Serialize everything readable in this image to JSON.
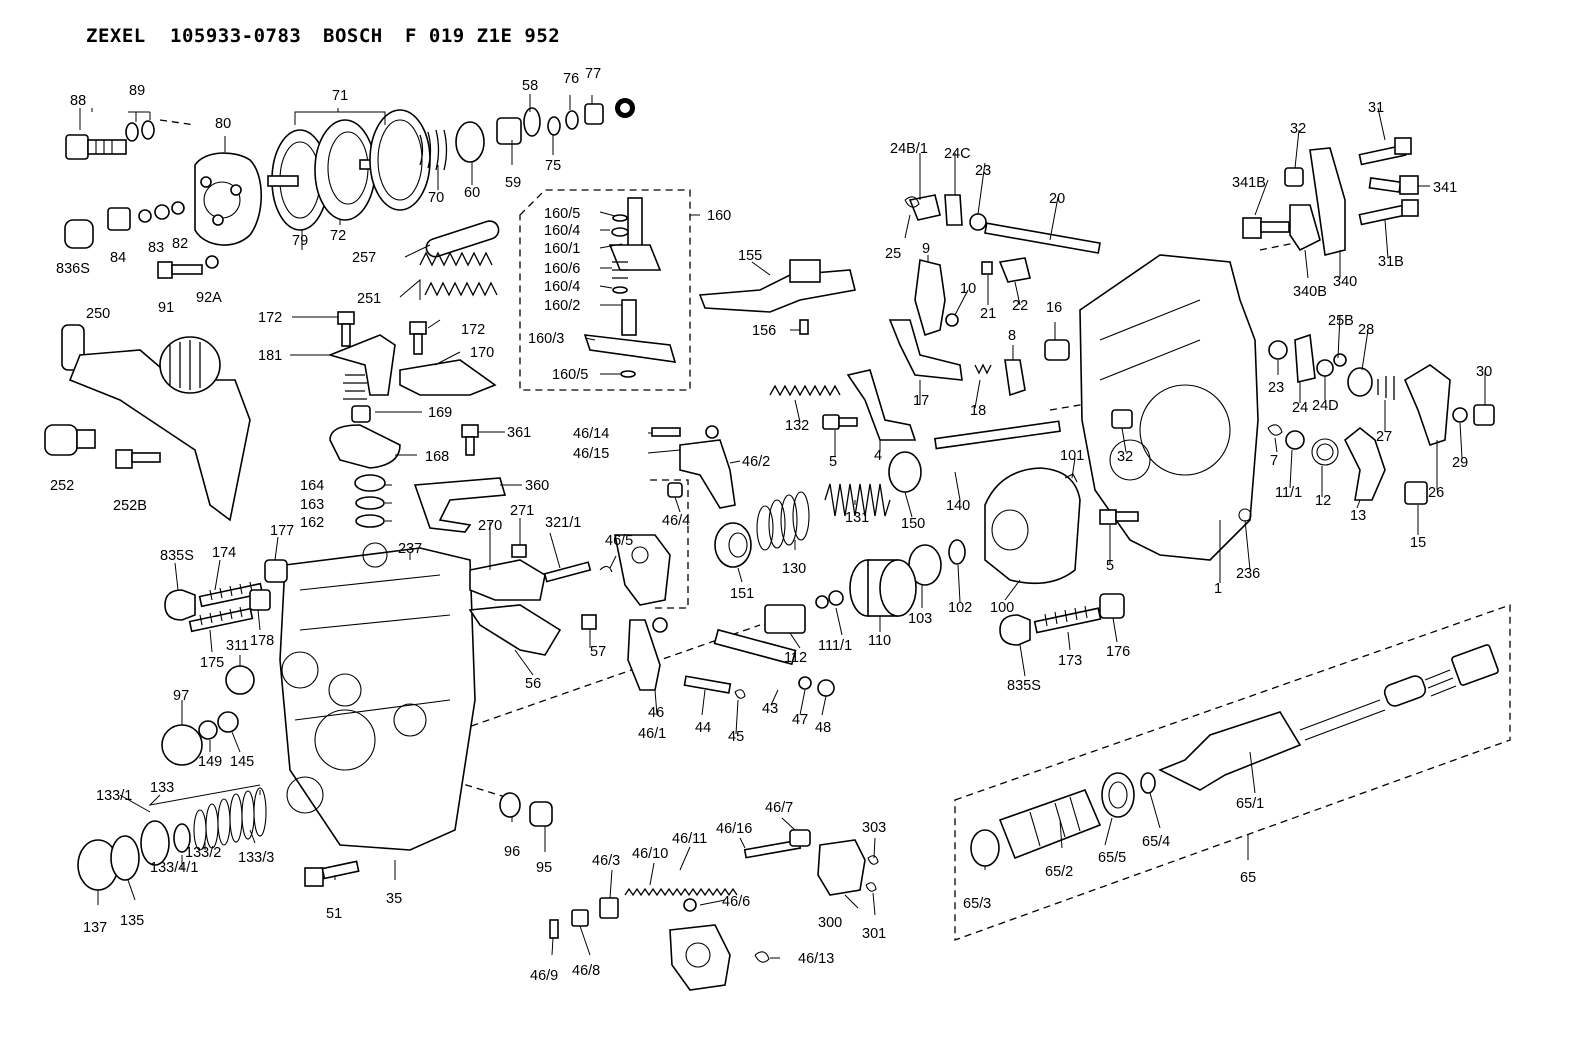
{
  "header": {
    "brand": "ZEXEL",
    "part_number": "105933-0783",
    "maker": "BOSCH",
    "maker_number": "F 019 Z1E 952"
  },
  "callouts": {
    "c88": "88",
    "c89": "89",
    "c71": "71",
    "c58": "58",
    "c76": "76",
    "c77": "77",
    "c80": "80",
    "c70": "70",
    "c60": "60",
    "c59": "59",
    "c75": "75",
    "c79": "79",
    "c72": "72",
    "c836S": "836S",
    "c84": "84",
    "c83": "83",
    "c82": "82",
    "c91": "91",
    "c92A": "92A",
    "c257": "257",
    "c251": "251",
    "c250": "250",
    "c252": "252",
    "c252B": "252B",
    "c172a": "172",
    "c172b": "172",
    "c181": "181",
    "c170": "170",
    "c169": "169",
    "c168": "168",
    "c164": "164",
    "c163": "163",
    "c162": "162",
    "c361": "361",
    "c360": "360",
    "c160_5a": "160/5",
    "c160_4a": "160/4",
    "c160_1": "160/1",
    "c160_6": "160/6",
    "c160_4b": "160/4",
    "c160_2": "160/2",
    "c160_3": "160/3",
    "c160_5b": "160/5",
    "c160": "160",
    "c155": "155",
    "c156": "156",
    "c46_14": "46/14",
    "c46_15": "46/15",
    "c46_2": "46/2",
    "c46_4": "46/4",
    "c46_5": "46/5",
    "c46": "46",
    "c46_1": "46/1",
    "c44": "44",
    "c45": "45",
    "c43": "43",
    "c47": "47",
    "c48": "48",
    "c132": "132",
    "c5a": "5",
    "c4": "4",
    "c17": "17",
    "c18": "18",
    "c8": "8",
    "c9": "9",
    "c10": "10",
    "c21": "21",
    "c22": "22",
    "c16": "16",
    "c25": "25",
    "c24B_1": "24B/1",
    "c24C": "24C",
    "c23a": "23",
    "c20": "20",
    "c32a": "32",
    "c31": "31",
    "c341B": "341B",
    "c341": "341",
    "c340B": "340B",
    "c340": "340",
    "c31B": "31B",
    "c25B": "25B",
    "c28": "28",
    "c23b": "23",
    "c24": "24",
    "c24D": "24D",
    "c30": "30",
    "c27": "27",
    "c29": "29",
    "c26": "26",
    "c7": "7",
    "c11_1": "11/1",
    "c12": "12",
    "c13": "13",
    "c15": "15",
    "c101": "101",
    "c32b": "32",
    "c5b": "5",
    "c1": "1",
    "c236": "236",
    "c140": "140",
    "c150": "150",
    "c131": "131",
    "c130": "130",
    "c151": "151",
    "c100": "100",
    "c102": "102",
    "c103": "103",
    "c110": "110",
    "c111_1": "111/1",
    "c112": "112",
    "c173": "173",
    "c176": "176",
    "c835S_r": "835S",
    "c835S_l": "835S",
    "c177": "177",
    "c174": "174",
    "c178": "178",
    "c175": "175",
    "c311": "311",
    "c237": "237",
    "c270": "270",
    "c271": "271",
    "c321_1": "321/1",
    "c57": "57",
    "c56": "56",
    "c97": "97",
    "c149": "149",
    "c145": "145",
    "c133_1": "133/1",
    "c133": "133",
    "c133_2": "133/2",
    "c133_3": "133/3",
    "c133_4_1": "133/4/1",
    "c137": "137",
    "c135": "135",
    "c51": "51",
    "c35": "35",
    "c96": "96",
    "c95": "95",
    "c46_7": "46/7",
    "c46_16": "46/16",
    "c46_11": "46/11",
    "c46_10": "46/10",
    "c46_3": "46/3",
    "c46_6": "46/6",
    "c46_9": "46/9",
    "c46_8": "46/8",
    "c46_13": "46/13",
    "c303": "303",
    "c300": "300",
    "c301": "301",
    "c65_1": "65/1",
    "c65_4": "65/4",
    "c65_5": "65/5",
    "c65_2": "65/2",
    "c65_3": "65/3",
    "c65": "65"
  }
}
